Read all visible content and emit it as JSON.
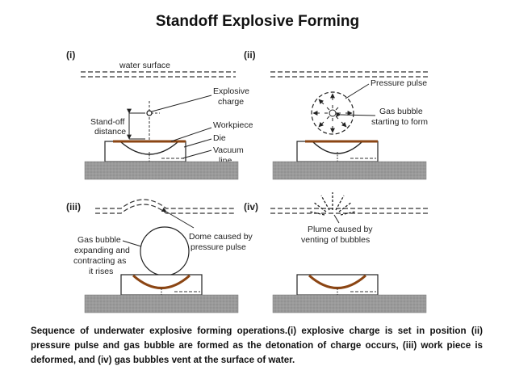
{
  "title": "Standoff Explosive Forming",
  "panels": {
    "p1": {
      "label": "(i)",
      "water_surface": "water surface",
      "explosive_charge": [
        "Explosive",
        "charge"
      ],
      "standoff_distance": [
        "Stand-off",
        "distance"
      ],
      "workpiece": "Workpiece",
      "die": "Die",
      "vacuum_line": [
        "Vacuum",
        "line"
      ]
    },
    "p2": {
      "label": "(ii)",
      "pressure_pulse": "Pressure pulse",
      "gas_bubble": [
        "Gas bubble",
        "starting to form"
      ]
    },
    "p3": {
      "label": "(iii)",
      "gas_bubble": [
        "Gas bubble",
        "expanding and",
        "contracting as",
        "it rises"
      ],
      "dome": [
        "Dome caused by",
        "pressure pulse"
      ]
    },
    "p4": {
      "label": "(iv)",
      "plume": [
        "Plume caused by",
        "venting of bubbles"
      ]
    }
  },
  "caption": "Sequence of underwater explosive forming operations.(i) explosive charge is set in position (ii) pressure pulse and gas bubble are formed as the detonation of charge occurs, (iii) work piece is deformed, and (iv) gas bubbles vent at the surface of water."
}
